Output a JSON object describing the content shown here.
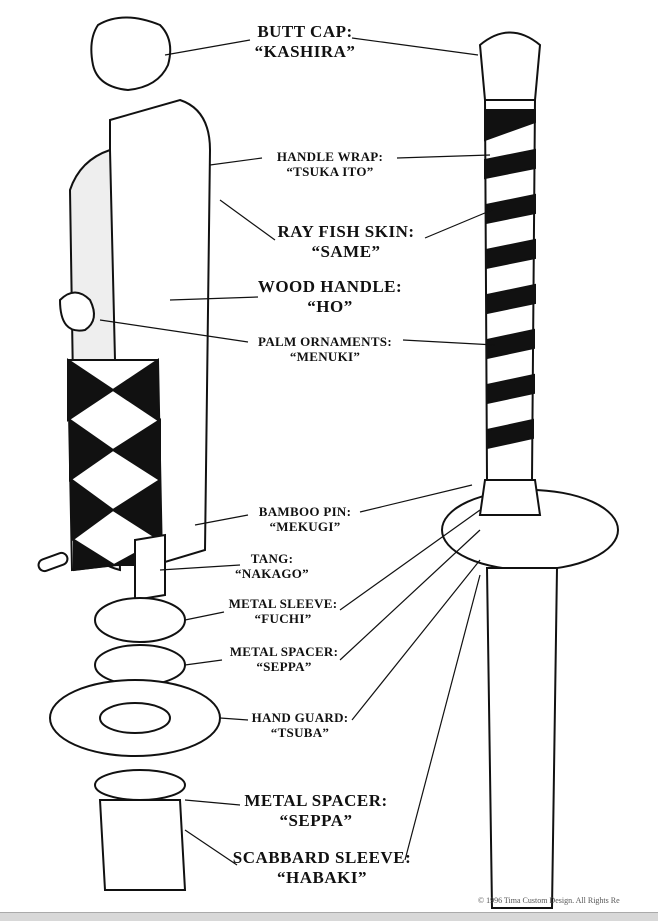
{
  "labels": [
    {
      "part": "BUTT CAP:",
      "japanese": "“KASHIRA”"
    },
    {
      "part": "HANDLE WRAP:",
      "japanese": "“TSUKA ITO”"
    },
    {
      "part": "RAY FISH SKIN:",
      "japanese": "“SAME”"
    },
    {
      "part": "WOOD HANDLE:",
      "japanese": "“HO”"
    },
    {
      "part": "PALM ORNAMENTS:",
      "japanese": "“MENUKI”"
    },
    {
      "part": "BAMBOO PIN:",
      "japanese": "“MEKUGI”"
    },
    {
      "part": "TANG:",
      "japanese": "“NAKAGO”"
    },
    {
      "part": "METAL SLEEVE:",
      "japanese": "“FUCHI”"
    },
    {
      "part": "METAL SPACER:",
      "japanese": "“SEPPA”"
    },
    {
      "part": "HAND GUARD:",
      "japanese": "“TSUBA”"
    },
    {
      "part": "METAL SPACER:",
      "japanese": "“SEPPA”"
    },
    {
      "part": "SCABBARD SLEEVE:",
      "japanese": "“HABAKI”"
    }
  ],
  "copyright": "© 1996 Tima Custom Design. All Rights Re"
}
